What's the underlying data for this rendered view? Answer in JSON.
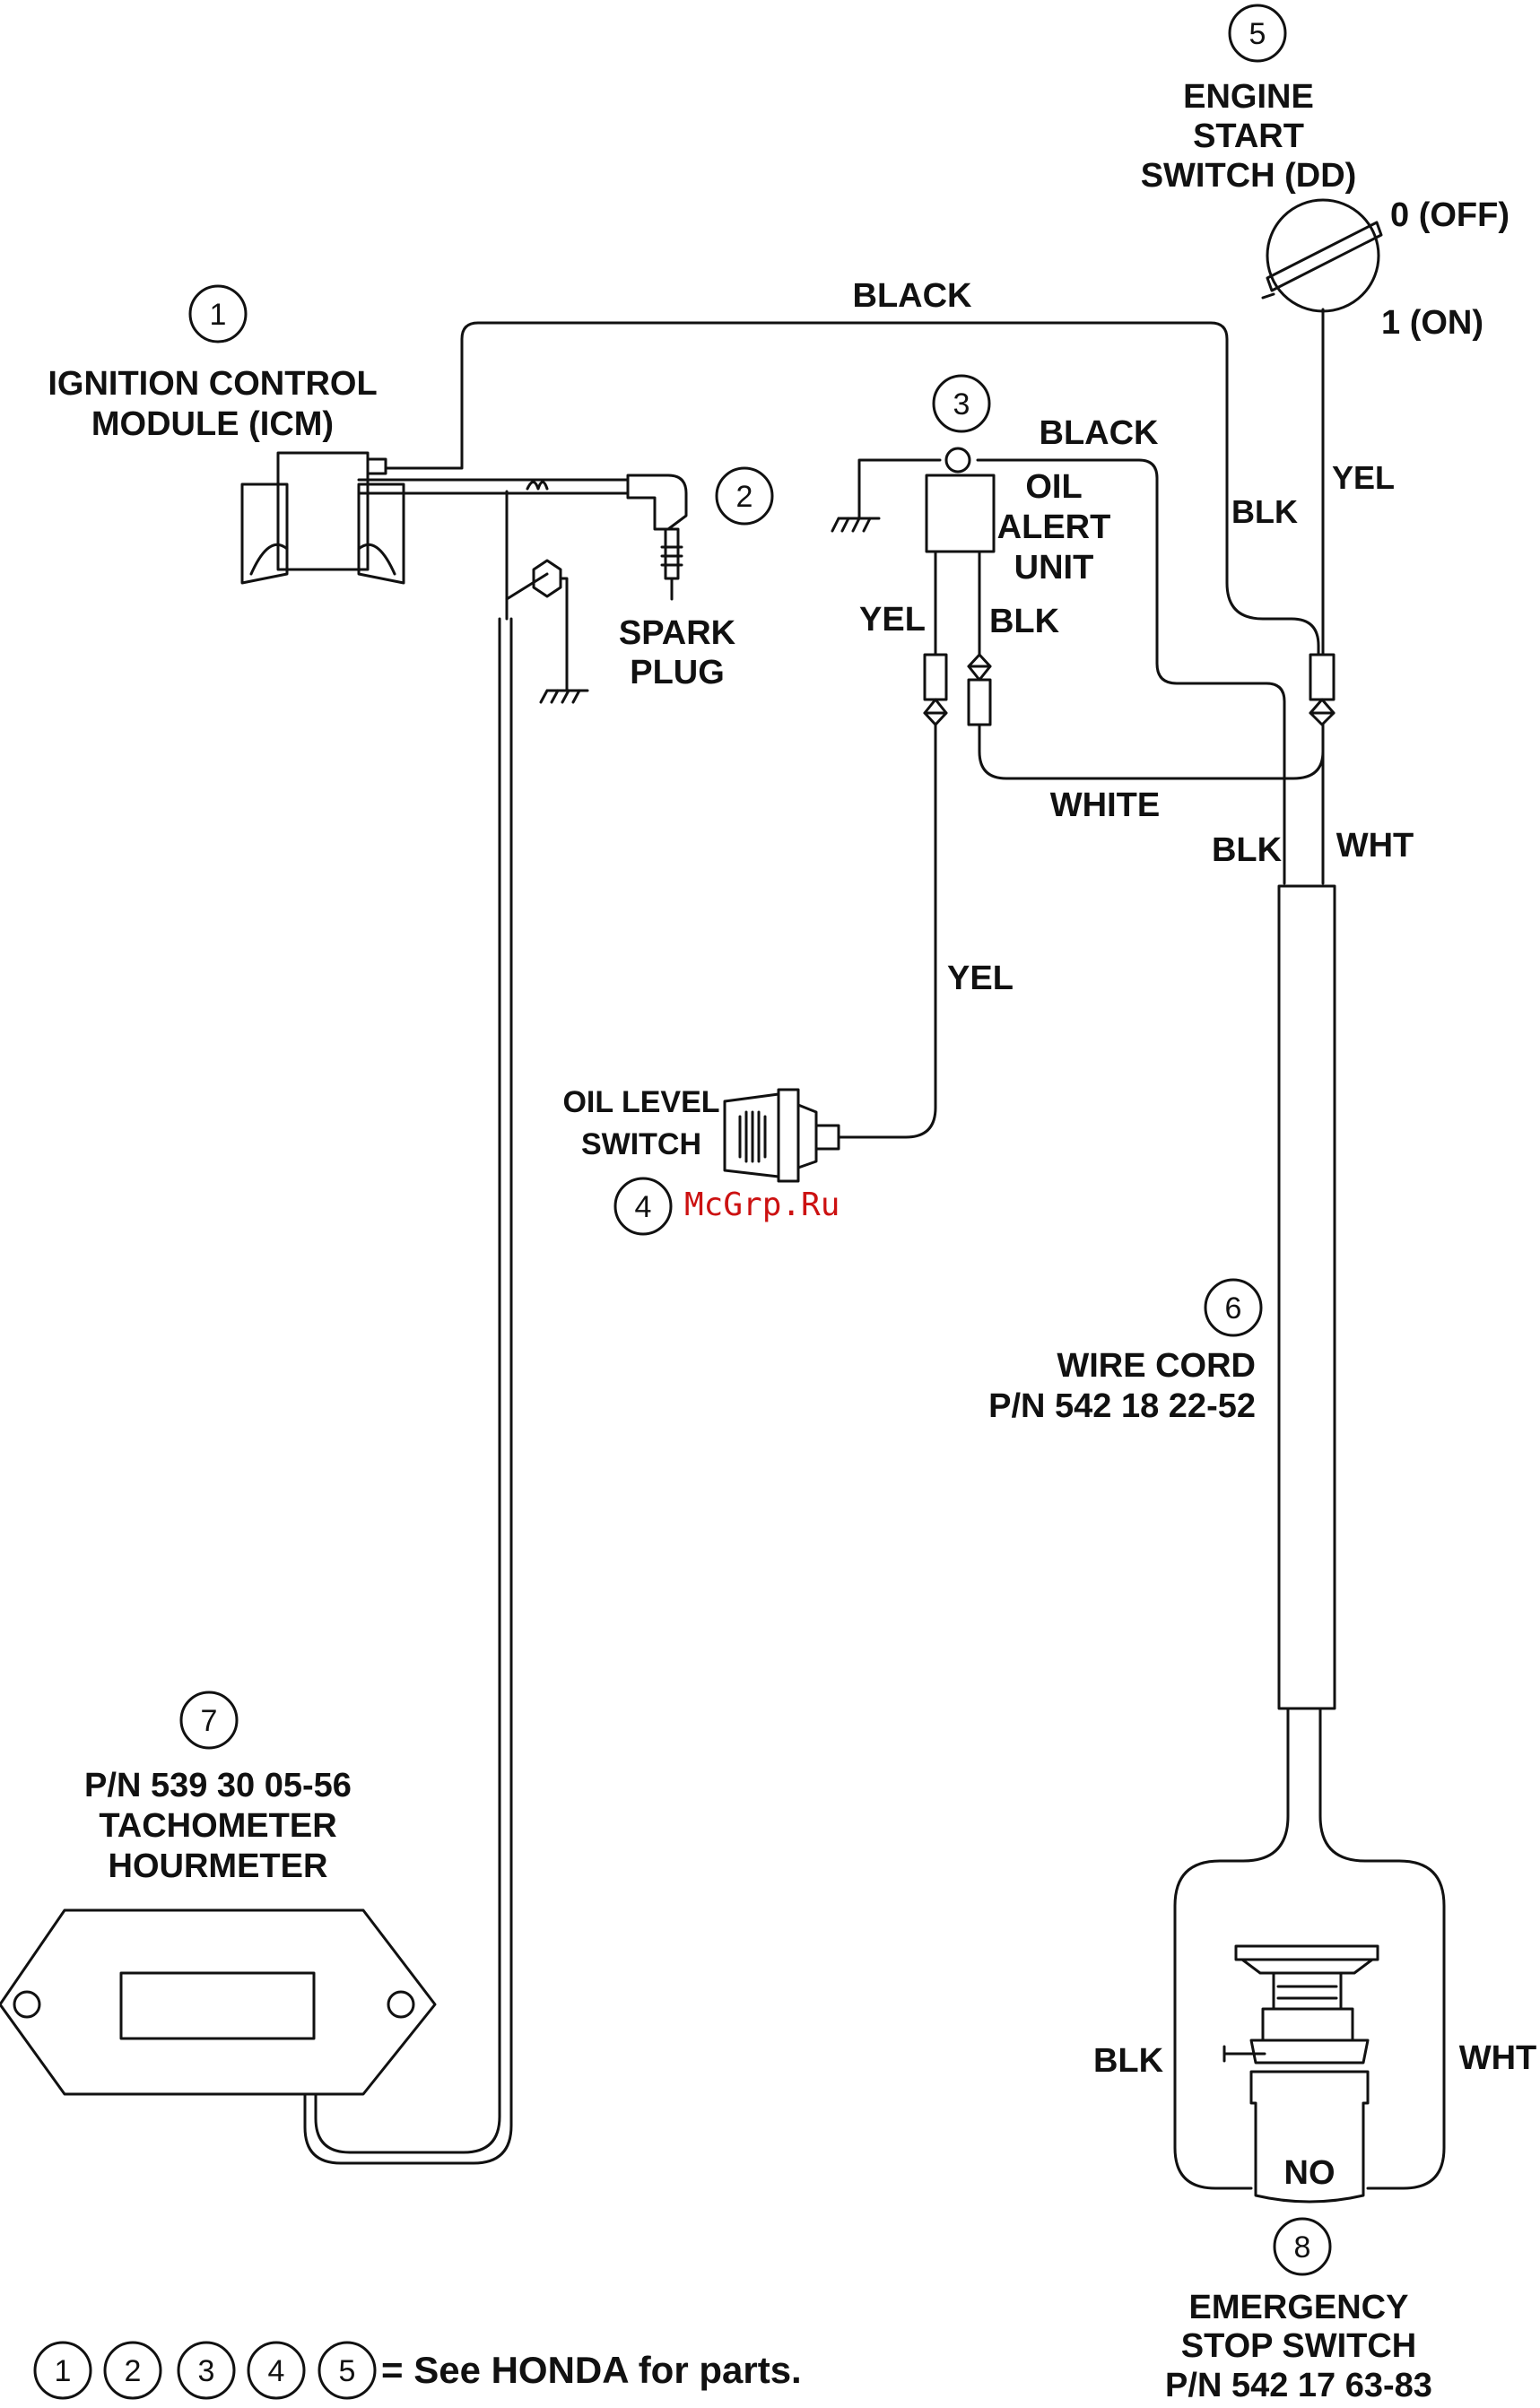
{
  "colors": {
    "ink": "#111111",
    "watermark": "#cc1111",
    "background": "#ffffff"
  },
  "components": {
    "icm": {
      "number": "1",
      "title_line1": "IGNITION CONTROL",
      "title_line2": "MODULE (ICM)"
    },
    "spark_plug": {
      "number": "2",
      "title_line1": "SPARK",
      "title_line2": "PLUG"
    },
    "oil_alert_unit": {
      "number": "3",
      "title_line1": "OIL",
      "title_line2": "ALERT",
      "title_line3": "UNIT"
    },
    "oil_level_switch": {
      "number": "4",
      "title_line1": "OIL LEVEL",
      "title_line2": "SWITCH"
    },
    "engine_start_switch": {
      "number": "5",
      "title_line1": "ENGINE",
      "title_line2": "START",
      "title_line3": "SWITCH (DD)",
      "pos_off": "0 (OFF)",
      "pos_on": "1 (ON)"
    },
    "wire_cord": {
      "number": "6",
      "title_line1": "WIRE CORD",
      "title_line2": "P/N 542 18 22-52"
    },
    "tachometer": {
      "number": "7",
      "title_line1": "P/N 539 30 05-56",
      "title_line2": "TACHOMETER",
      "title_line3": "HOURMETER"
    },
    "emergency_stop": {
      "number": "8",
      "title_line1": "EMERGENCY",
      "title_line2": "STOP SWITCH",
      "title_line3": "P/N 542 17 63-83",
      "contact": "NO"
    }
  },
  "wire_labels": {
    "black_top": "BLACK",
    "black_oil": "BLACK",
    "blk_right": "BLK",
    "yel_switch": "YEL",
    "yel_oil_unit": "YEL",
    "blk_oil_unit": "BLK",
    "white": "WHITE",
    "blk_cord": "BLK",
    "wht_cord": "WHT",
    "yel_long": "YEL",
    "blk_stop": "BLK",
    "wht_stop": "WHT"
  },
  "legend": {
    "numbers": [
      "1",
      "2",
      "3",
      "4",
      "5"
    ],
    "text": "= See HONDA for parts."
  },
  "watermark": "McGrp.Ru"
}
